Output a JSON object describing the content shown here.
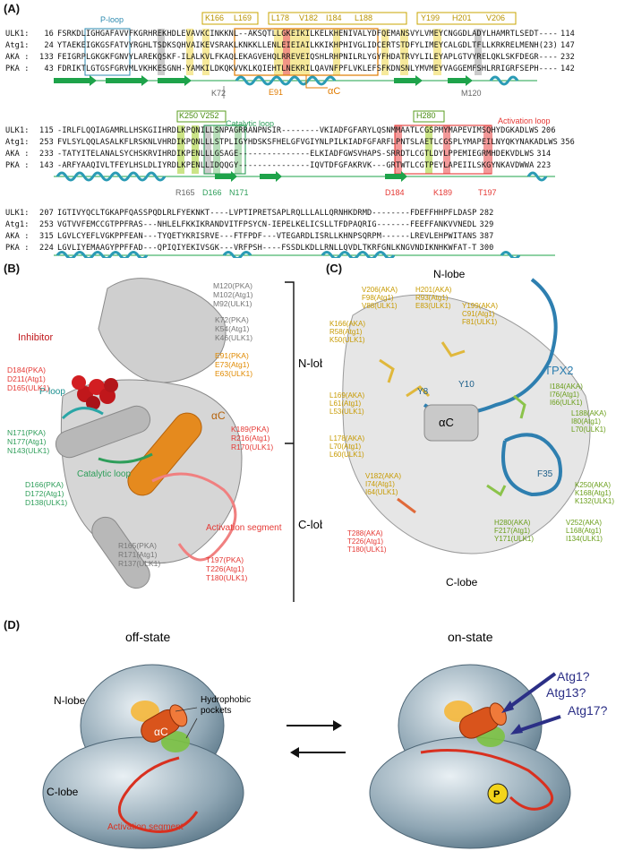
{
  "panels": [
    "(A)",
    "(B)",
    "(C)",
    "(D)"
  ],
  "alignment": {
    "blocks": [
      {
        "rows": [
          {
            "name": "ULK1:",
            "start": "16",
            "seq": "FSRKDLIGHGAFAVVFKGRHREKHDLEVAVKCINKKNL--AKSQTLLGKEIKILKELKHENIVALYDFQEMANSVYLVMEYCNGGDLADYLHAMRTLSEDT----",
            "end": "114"
          },
          {
            "name": "Atg1:",
            "start": "24",
            "seq": "YTAEKEIGKGSFATVYRGHLTSDKSQHVAIKEVSRAKLKNKKLLENLEIEIAILKKIKHPHIVGLIDCERTSTDFYLIMEYCALGDLTFLLKRKRELMENH(23)",
            "end": "147"
          },
          {
            "name": "AKA :",
            "start": "133",
            "seq": "FEIGRPLGKGKFGNVYLAREKQSKF-ILALKVLFKAQLEKAGVEHQLRREVEIQSHLRHPNILRLYGYFHDATRVYLILEYAPLGTVYRELQKLSKFDEGR----",
            "end": "232"
          },
          {
            "name": "PKA :",
            "start": "43",
            "seq": "FDRIKTLGTGSFGRVMLVKHKESGNH-YAMKILDKQKVVKLKQIEHTLNEKRILQAVNFPFLVKLEFSFKDNSNLYMVMEYVAGGEMFSHLRRIGRFSEPH----",
            "end": "142"
          }
        ]
      },
      {
        "rows": [
          {
            "name": "ULK1:",
            "start": "115",
            "seq": "-IRLFLQQIAGAMRLLHSKGIIHRDLKPQNILLSNPAGRRANPNSIR--------VKIADFGFARYLQSNMMAATLCGSPMYMAPEVIMSQHYDGKADLWS",
            "end": "206"
          },
          {
            "name": "Atg1:",
            "start": "253",
            "seq": "FVLSYLQQLASALKFLRSKNLVHRDIKPQNLLLSTPLIGYHDSKSFHELGFVGIYNLPILKIADFGFARFLPNTSLAETLCGSPLYMAPEILNYQKYNAKADLWS",
            "end": "356"
          },
          {
            "name": "AKA :",
            "start": "233",
            "seq": "-TATYITELANALSYCHSKRVIHRDIKPENLLLGSAGE---------------ELKIADFGWSVHAPS-SRRDTLCGTLDYLPPEMIEGRMHDEKVDLWS",
            "end": "314"
          },
          {
            "name": "PKA :",
            "start": "143",
            "seq": "-ARFYAAQIVLTFEYLHSLDLIYRDLKPENLLIDQQGY---------------IQVTDFGFAKRVK---GRTWTLCGTPEYLAPEIILSKGYNKAVDWWA",
            "end": "223"
          }
        ]
      },
      {
        "rows": [
          {
            "name": "ULK1:",
            "start": "207",
            "seq": "IGTIVYQCLTGKAPFQASSPQDLRLFYEKNKT----LVPTIPRETSAPLRQLLLALLQRNHKDRMD--------FDEFFHHPFLDASP",
            "end": "282"
          },
          {
            "name": "Atg1:",
            "start": "253",
            "seq": "VGTVVFEMCCGTPPFRAS---NHLELFKKIKRANDVITFPSYCN-IEPELKELICSLLTFDPAQRIG-------FEEFFANKVVNEDL",
            "end": "329"
          },
          {
            "name": "AKA :",
            "start": "315",
            "seq": "LGVLCYEFLVGKPPFEAN---TYQETYKRISRVE---FTFPDF---VTEGARDLISRLLKHNPSQRPM------LREVLEHPWITANS",
            "end": "387"
          },
          {
            "name": "PKA :",
            "start": "224",
            "seq": "LGVLIYEMAAGYPPFFAD---QPIQIYEKIVSGK---VRFPSH----FSSDLKDLLRNLLQVDLTKRFGNLKNGVNDIKNHKWFAT-T",
            "end": "300"
          }
        ]
      }
    ],
    "top_labels": [
      "K166",
      "L169",
      "L178",
      "V182",
      "I184",
      "L188",
      "Y199",
      "H201",
      "V206"
    ],
    "ploop": "P-loop",
    "k72": "K72",
    "e91": "E91",
    "alphac": "αC",
    "m120": "M120",
    "k250v252": "K250 V252",
    "catalytic_loop": "Catalytic loop",
    "h280": "H280",
    "activation_loop": "Activation loop",
    "r165": "R165",
    "d166": "D166",
    "n171": "N171",
    "d184": "D184",
    "k189": "K189",
    "t197": "T197"
  },
  "panel_b": {
    "inhibitor": "Inhibitor",
    "ploop": "P-loop",
    "catalytic_loop": "Catalytic loop",
    "activation_segment": "Activation segment",
    "alphac": "αC",
    "n_lobe": "N-lobe",
    "c_lobe": "C-lobe",
    "m120": [
      "M120(PKA)",
      "M102(Atg1)",
      "M92(ULK1)"
    ],
    "k72": [
      "K72(PKA)",
      "K54(Atg1)",
      "K46(ULK1)"
    ],
    "e91": [
      "E91(PKA)",
      "E73(Atg1)",
      "E63(ULK1)"
    ],
    "d184": [
      "D184(PKA)",
      "D211(Atg1)",
      "D165(ULK1)"
    ],
    "n171": [
      "N171(PKA)",
      "N177(Atg1)",
      "N143(ULK1)"
    ],
    "k189": [
      "K189(PKA)",
      "R216(Atg1)",
      "R170(ULK1)"
    ],
    "d166": [
      "D166(PKA)",
      "D172(Atg1)",
      "D138(ULK1)"
    ],
    "r165": [
      "R165(PKA)",
      "R171(Atg1)",
      "R137(ULK1)"
    ],
    "t197": [
      "T197(PKA)",
      "T226(Atg1)",
      "T180(ULK1)"
    ]
  },
  "panel_c": {
    "n_lobe": "N-lobe",
    "c_lobe": "C-lobe",
    "tpx2": "TPX2",
    "alphac": "αC",
    "y8": "Y8",
    "y10": "Y10",
    "f35": "F35",
    "v206": [
      "V206(AKA)",
      "F98(Atg1)",
      "V88(ULK1)"
    ],
    "h201": [
      "H201(AKA)",
      "R93(Atg1)",
      "E83(ULK1)"
    ],
    "y199": [
      "Y199(AKA)",
      "C91(Atg1)",
      "F81(ULK1)"
    ],
    "k166": [
      "K166(AKA)",
      "R58(Atg1)",
      "K50(ULK1)"
    ],
    "i184": [
      "I184(AKA)",
      "I76(Atg1)",
      "I66(ULK1)"
    ],
    "l188": [
      "L188(AKA)",
      "I80(Atg1)",
      "L70(ULK1)"
    ],
    "l169": [
      "L169(AKA)",
      "L61(Atg1)",
      "L53(ULK1)"
    ],
    "l178": [
      "L178(AKA)",
      "L70(Atg1)",
      "L60(ULK1)"
    ],
    "v182": [
      "V182(AKA)",
      "I74(Atg1)",
      "I64(ULK1)"
    ],
    "k250": [
      "K250(AKA)",
      "K168(Atg1)",
      "K132(ULK1)"
    ],
    "h280": [
      "H280(AKA)",
      "F217(Atg1)",
      "Y171(ULK1)"
    ],
    "v252": [
      "V252(AKA)",
      "L168(Atg1)",
      "I134(ULK1)"
    ],
    "t288": [
      "T288(AKA)",
      "T226(Atg1)",
      "T180(ULK1)"
    ]
  },
  "panel_d": {
    "off_state": "off-state",
    "on_state": "on-state",
    "n_lobe": "N-lobe",
    "c_lobe": "C-lobe",
    "alphac": "αC",
    "hydrophobic": [
      "Hydrophobic",
      "pockets"
    ],
    "activation_segment": "Activation segment",
    "phospho": "P",
    "questions": [
      "Atg1?",
      "Atg13?",
      "Atg17?"
    ]
  },
  "colors": {
    "yellow": "#e8c21a",
    "green": "#8bc34a",
    "red": "#e53935",
    "orange": "#e07b00",
    "teal": "#2e8bb0",
    "navy": "#2b2f86",
    "helix": "#2a9bb5",
    "strand": "#1ea34a"
  }
}
